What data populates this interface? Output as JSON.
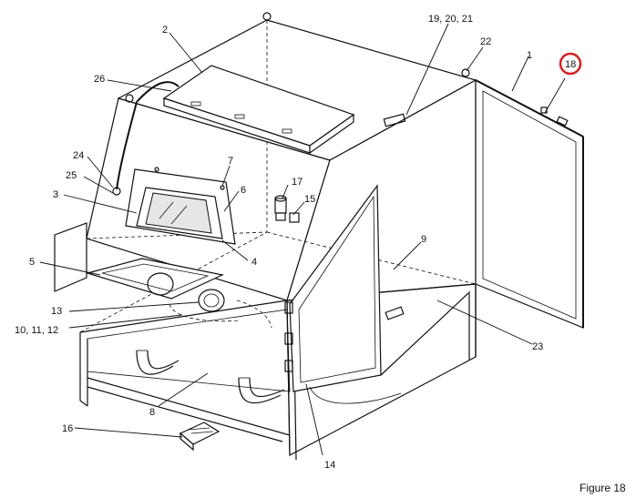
{
  "figure": {
    "caption": "Figure 18",
    "highlight_color": "#d22020",
    "callouts": [
      {
        "id": "c1",
        "text": "1"
      },
      {
        "id": "c2",
        "text": "2"
      },
      {
        "id": "c3",
        "text": "3"
      },
      {
        "id": "c4",
        "text": "4"
      },
      {
        "id": "c5",
        "text": "5"
      },
      {
        "id": "c6",
        "text": "6"
      },
      {
        "id": "c7",
        "text": "7"
      },
      {
        "id": "c8",
        "text": "8"
      },
      {
        "id": "c9",
        "text": "9"
      },
      {
        "id": "c10",
        "text": "10, 11, 12"
      },
      {
        "id": "c13",
        "text": "13"
      },
      {
        "id": "c14",
        "text": "14"
      },
      {
        "id": "c15",
        "text": "15"
      },
      {
        "id": "c16",
        "text": "16"
      },
      {
        "id": "c17",
        "text": "17"
      },
      {
        "id": "c18",
        "text": "18"
      },
      {
        "id": "c19",
        "text": "19, 20, 21"
      },
      {
        "id": "c22",
        "text": "22"
      },
      {
        "id": "c23",
        "text": "23"
      },
      {
        "id": "c24",
        "text": "24"
      },
      {
        "id": "c25",
        "text": "25"
      },
      {
        "id": "c26",
        "text": "26"
      }
    ]
  }
}
